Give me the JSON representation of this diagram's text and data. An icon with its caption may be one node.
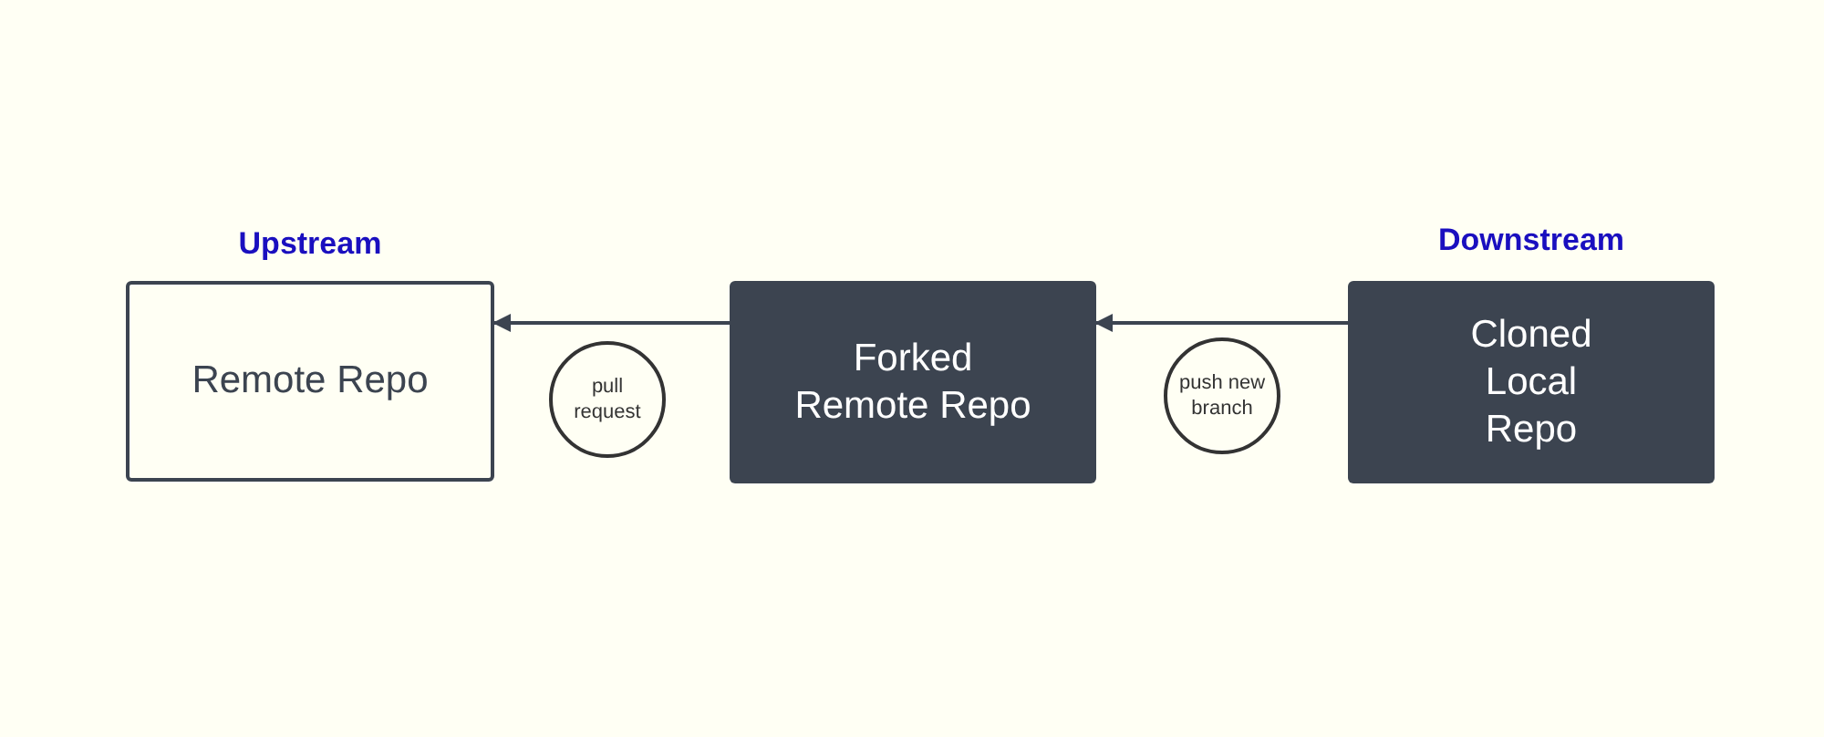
{
  "diagram": {
    "nodes": [
      {
        "text": [
          "Upstream",
          "Remote Repo"
        ]
      },
      {
        "text": [
          "pull request"
        ]
      },
      {
        "text": [
          "Forked Remote Repo"
        ]
      },
      {
        "text": [
          "push new branch"
        ]
      },
      {
        "text": [
          "Downstream",
          "Cloned Local Repo"
        ]
      }
    ],
    "edges": [
      {
        "from": 2,
        "to": 0,
        "arrow": "to"
      },
      {
        "from": 4,
        "to": 2,
        "arrow": "to"
      }
    ]
  }
}
